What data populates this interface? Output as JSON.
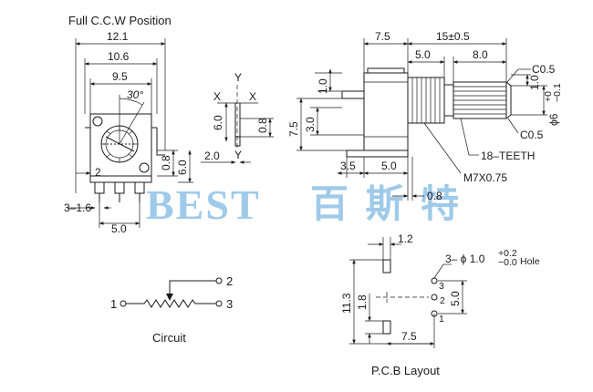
{
  "labels": {
    "full_ccw": "Full C.C.W Position",
    "circuit": "Circuit",
    "pcb_layout": "P.C.B Layout",
    "teeth": "18–TEETH",
    "thread": "M7X0.75",
    "chamfer": "C0.5",
    "hole_prefix": "3– ϕ 1.0",
    "hole_tol_upper": "+0.2",
    "hole_tol_lower": "−0.0",
    "hole_suffix": "Hole",
    "shaft_dia": "ϕ6",
    "shaft_tol_upper": "+0",
    "shaft_tol_lower": "−0.1"
  },
  "front_view": {
    "dim_12_1": "12.1",
    "dim_10_6": "10.6",
    "dim_9_5": "9.5",
    "angle": "30°",
    "dim_2": "2",
    "dim_0_8": "0.8",
    "dim_6_0": "6.0",
    "dim_3_1_6": "3–1.6",
    "dim_5_0": "5.0"
  },
  "side_detail": {
    "y_top": "Y",
    "y_bottom": "Y",
    "x_left": "X",
    "x_right": "X",
    "dim_6_0": "6.0",
    "dim_0_8": "0.8",
    "dim_2_0": "2.0"
  },
  "side_view": {
    "dim_7_5_top": "7.5",
    "dim_15": "15±0.5",
    "dim_5_0_top": "5.0",
    "dim_8_0": "8.0",
    "dim_1_0_left": "1.0",
    "dim_7_5_left": "7.5",
    "dim_3_0": "3.0",
    "dim_1_0_right": "1.0",
    "dim_3_5": "3.5",
    "dim_5_0_bottom": "5.0",
    "dim_0_8": "0.8"
  },
  "circuit": {
    "pin1": "1",
    "pin2": "2",
    "pin3": "3"
  },
  "pcb": {
    "dim_1_2": "1.2",
    "dim_11_3": "11.3",
    "dim_1_8": "1.8",
    "dim_5_0": "5.0",
    "dim_7_5": "7.5",
    "pin1": "1",
    "pin2": "2",
    "pin3": "3"
  },
  "watermark": {
    "latin": "BEST",
    "chinese": "百 斯 特"
  }
}
